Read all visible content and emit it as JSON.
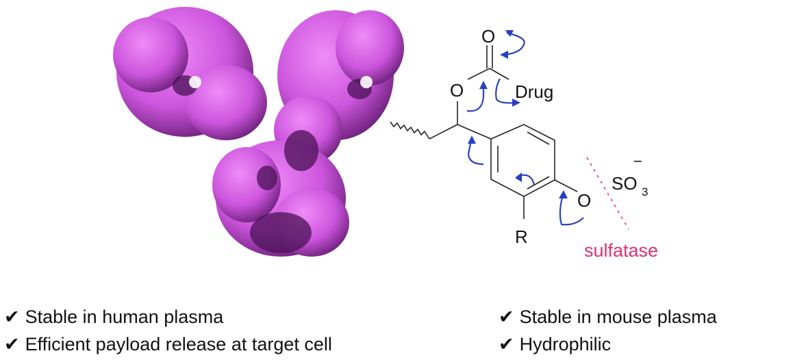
{
  "structure": {
    "carbonyl_o": "O",
    "ester_o": "O",
    "drug": "Drug",
    "aryl_o": "O",
    "sulfate": "SO",
    "sulfate_sub": "3",
    "sulfate_charge": "−",
    "r_group": "R",
    "enzyme": "sulfatase"
  },
  "colors": {
    "protein": "#d060e0",
    "protein_dark": "#5a1a66",
    "arrows": "#2a3fc0",
    "enzyme": "#e03070"
  },
  "properties": [
    {
      "check": "✔",
      "text": "Stable in human plasma"
    },
    {
      "check": "✔",
      "text": "Efficient payload release at target cell"
    },
    {
      "check": "✔",
      "text": "Stable in mouse plasma"
    },
    {
      "check": "✔",
      "text": "Hydrophilic"
    }
  ]
}
